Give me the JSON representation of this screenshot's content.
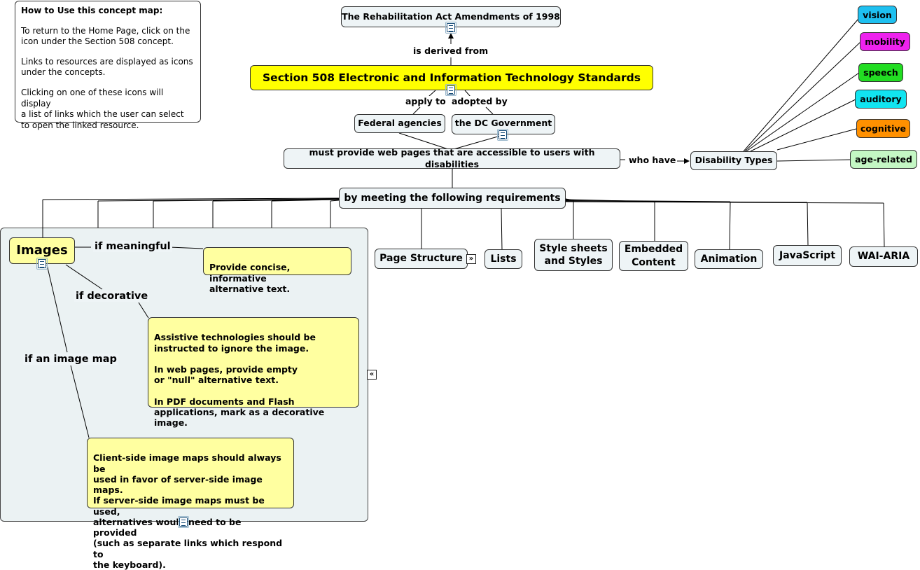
{
  "help": {
    "title": "How to Use this concept map:",
    "p1": "To return to the Home Page, click on the\nicon under the Section 508 concept.",
    "p2": "Links to resources are displayed as icons\nunder the concepts.",
    "p3": "Clicking on one of these icons will display\na list of links which the user can select\n to open the linked resource."
  },
  "nodes": {
    "rehab": "The Rehabilitation Act Amendments of 1998",
    "section508": "Section 508 Electronic and Information Technology Standards",
    "federal": "Federal agencies",
    "dc": "the DC Government",
    "provide": "must provide web pages that are accessible to users with disabilities",
    "disability_types": "Disability Types",
    "requirements": "by meeting the following requirements",
    "images": "Images",
    "page_structure": "Page Structure",
    "lists": "Lists",
    "style_sheets": "Style sheets\nand Styles",
    "embedded": "Embedded\nContent",
    "animation": "Animation",
    "javascript": "JavaScript",
    "wai_aria": "WAI-ARIA"
  },
  "disabilities": [
    {
      "label": "vision",
      "color": "#1ec0f0"
    },
    {
      "label": "mobility",
      "color": "#ee22ee"
    },
    {
      "label": "speech",
      "color": "#22dd22"
    },
    {
      "label": "auditory",
      "color": "#11e4f0"
    },
    {
      "label": "cognitive",
      "color": "#ff9000"
    },
    {
      "label": "age-related",
      "color": "#c4f7c4"
    }
  ],
  "links": {
    "derived": "is derived from",
    "apply_to": "apply to",
    "adopted_by": "adopted by",
    "who_have": "who have",
    "if_meaningful": "if meaningful",
    "if_decorative": "if decorative",
    "if_image_map": "if an image map"
  },
  "notes": {
    "meaningful": "Provide concise, informative\nalternative text.",
    "decorative": "Assistive technologies should be\ninstructed to ignore the image.\n\nIn web pages, provide empty\nor \"null\" alternative text.\n\nIn PDF documents and Flash\napplications, mark as a decorative image.",
    "imagemap": "Client-side image maps should always be\n used in favor of server-side image maps.\nIf server-side image maps must be used,\nalternatives would need to be provided\n(such as separate links which respond to\nthe keyboard)."
  },
  "colors": {
    "section508_bg": "#ffff00",
    "note_bg": "#ffffa0",
    "node_bg": "#eef4f6",
    "group_bg": "#ebf2f3"
  }
}
